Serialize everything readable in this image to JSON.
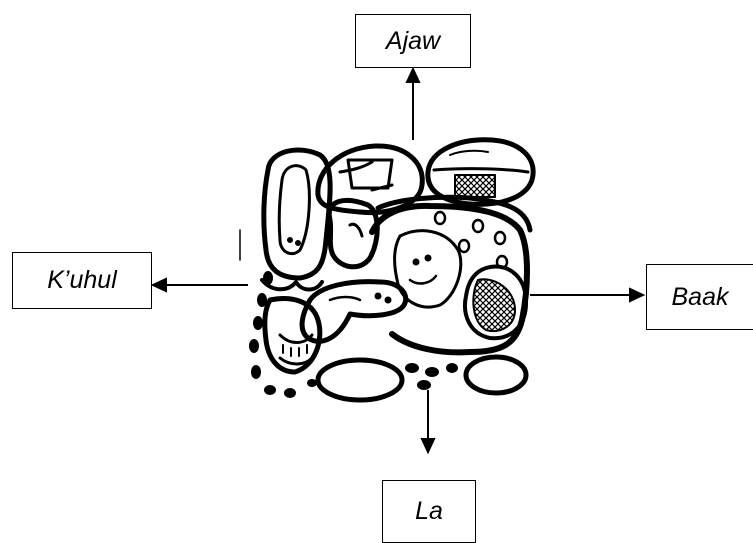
{
  "labels": {
    "top": "Ajaw",
    "left": "K’uhul",
    "right": "Baak",
    "bottom": "La"
  },
  "colors": {
    "ink": "#000000",
    "paper": "#ffffff"
  }
}
